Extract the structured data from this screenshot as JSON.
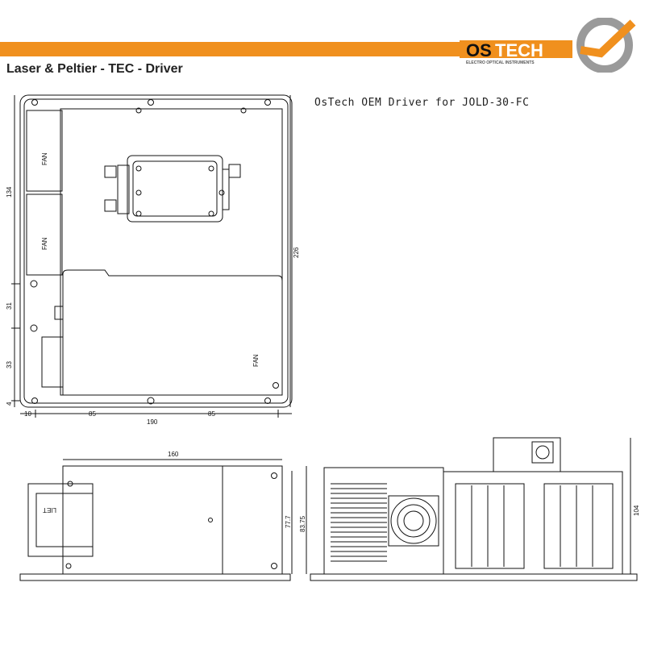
{
  "header": {
    "title": "Laser & Peltier - TEC - Driver",
    "subtitle": "OsTech OEM Driver for JOLD-30-FC",
    "accent": "#f0901e"
  },
  "logo": {
    "name": "OSTECH",
    "tagline": "ELECTRO OPTICAL INSTRUMENTS"
  },
  "top_view": {
    "fan_labels": [
      "FAN",
      "FAN",
      "FAN"
    ],
    "dims": {
      "left": [
        "134",
        "31",
        "33",
        "4"
      ],
      "bottom": [
        "10",
        "85",
        "190",
        "85"
      ],
      "right": "226"
    }
  },
  "side_view": {
    "width_dim": "160",
    "heights": [
      "77.7",
      "83.75"
    ],
    "connector_label": "LIET"
  },
  "front_view": {
    "height_dim": "104"
  }
}
